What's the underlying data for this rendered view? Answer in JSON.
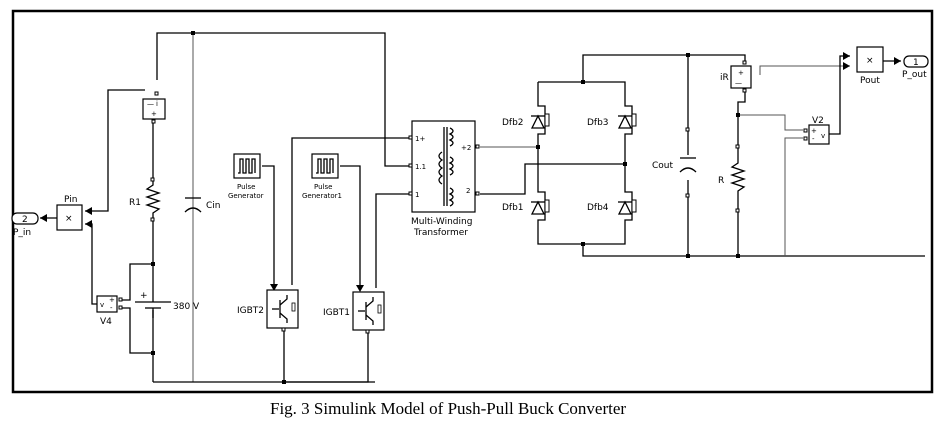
{
  "caption": "Fig. 3 Simulink Model of Push-Pull Buck Converter",
  "blocks": {
    "p_in_port": {
      "number": "2",
      "label": "P_in"
    },
    "pin_product": {
      "label": "Pin",
      "symbol": "×"
    },
    "v4": {
      "label": "V4",
      "v": "v",
      "plus": "+",
      "minus": "-"
    },
    "ammeter_in": {
      "plus": "+",
      "minus": "—",
      "i": "i"
    },
    "r1": {
      "label": "R1"
    },
    "source": {
      "label": "380 V",
      "plus": "+"
    },
    "cin": {
      "label": "Cin"
    },
    "pulse_gen": {
      "line1": "Pulse",
      "line2": "Generator"
    },
    "pulse_gen1": {
      "line1": "Pulse",
      "line2": "Generator1"
    },
    "igbt2": {
      "label": "IGBT2"
    },
    "igbt1": {
      "label": "IGBT1"
    },
    "transformer": {
      "line1": "Multi-Winding",
      "line2": "Transformer",
      "port_1plus": "1+",
      "port_11": "1.1",
      "port_1": "1",
      "port_2plus": "+2",
      "port_2": "2"
    },
    "dfb2": {
      "label": "Dfb2"
    },
    "dfb3": {
      "label": "Dfb3"
    },
    "dfb1": {
      "label": "Dfb1"
    },
    "dfb4": {
      "label": "Dfb4"
    },
    "cout": {
      "label": "Cout"
    },
    "ir": {
      "label": "iR",
      "plus": "+",
      "minus": "—"
    },
    "r": {
      "label": "R"
    },
    "v2": {
      "label": "V2",
      "plus": "+",
      "minus": "-",
      "v": "v"
    },
    "pout_product": {
      "label": "Pout",
      "symbol": "×"
    },
    "p_out_port": {
      "number": "1",
      "label": "P_out"
    }
  }
}
